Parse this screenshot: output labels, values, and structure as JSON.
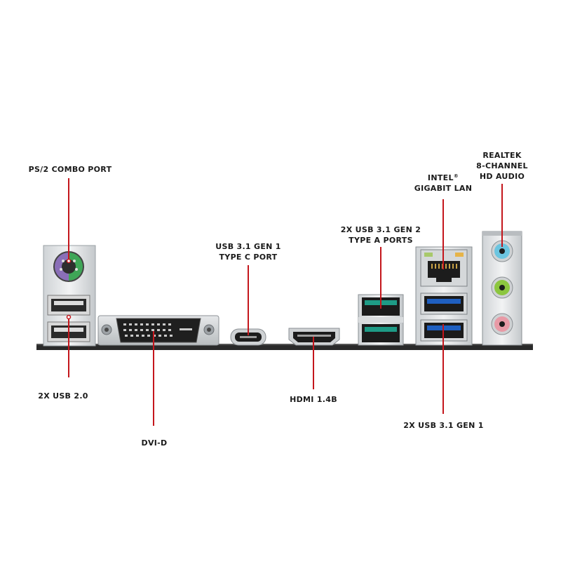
{
  "labels": {
    "ps2": "PS/2 COMBO PORT",
    "usb2": "2X USB 2.0",
    "dvi": "DVI-D",
    "usbc_1": "USB 3.1 GEN 1",
    "usbc_2": "TYPE C PORT",
    "hdmi": "HDMI 1.4B",
    "usb31g2_1": "2X USB 3.1 GEN 2",
    "usb31g2_2": "TYPE A PORTS",
    "lan_1": "INTEL",
    "lan_reg": "®",
    "lan_2": "GIGABIT LAN",
    "usb31g1": "2X USB 3.1 GEN 1",
    "audio_1": "REALTEK",
    "audio_2": "8-CHANNEL",
    "audio_3": "HD AUDIO"
  },
  "colors": {
    "leader_line": "#c4161c",
    "ps2_purple": "#8a6fb8",
    "ps2_green": "#3fa657",
    "usb2_body": "#3a3a3a",
    "usb31_gen2_teal": "#1e9b86",
    "usb31_gen1_blue": "#1f5fc0",
    "audio_blue": "#6cc5e0",
    "audio_green": "#8cc63f",
    "audio_pink": "#e89aa6",
    "pcb": "#2a2a2a"
  }
}
